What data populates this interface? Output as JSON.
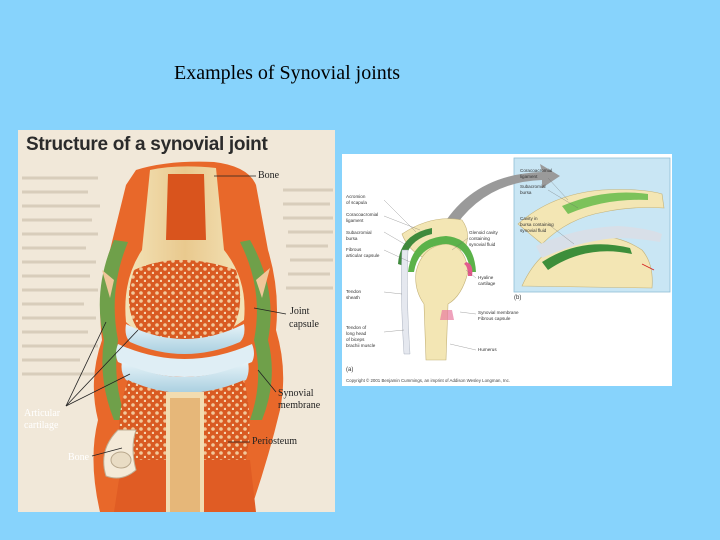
{
  "slide": {
    "title": "Examples of Synovial joints"
  },
  "left_figure": {
    "title": "Structure of a synovial joint",
    "labels": {
      "bone_top": "Bone",
      "joint_capsule_1": "Joint",
      "joint_capsule_2": "capsule",
      "synovial_membrane_1": "Synovial",
      "synovial_membrane_2": "membrane",
      "articular_cartilage_1": "Articular",
      "articular_cartilage_2": "cartilage",
      "periosteum": "Periosteum",
      "bone_bottom": "Bone"
    }
  },
  "right_figure": {
    "panel_a_label": "(a)",
    "panel_b_label": "(b)",
    "left_labels": [
      "Acromion",
      "of scapula",
      "Coracoacromial",
      "ligament",
      "Subacromial",
      "bursa",
      "Fibrous",
      "articular capsule",
      "Tendon",
      "sheath",
      "Tendon of",
      "long head",
      "of biceps",
      "brachii muscle"
    ],
    "middle_labels": [
      "Glenoid cavity",
      "containing",
      "synovial fluid",
      "Hyaline",
      "cartilage",
      "Synovial membrane",
      "Fibrous capsule",
      "Humerus"
    ],
    "inset_labels": [
      "Coracoacromial",
      "ligament",
      "Subacromial",
      "bursa",
      "Cavity in",
      "bursa containing",
      "synovial fluid"
    ],
    "copyright": "Copyright © 2001 Benjamin Cummings, an imprint of Addison Wesley Longman, Inc."
  },
  "colors": {
    "background": "#87d3fc",
    "bone_orange": "#e8682a",
    "cartilage_blue": "#c9e3ee",
    "capsule_green": "#6fa04a",
    "arrow_grey": "#9a9a9a"
  }
}
